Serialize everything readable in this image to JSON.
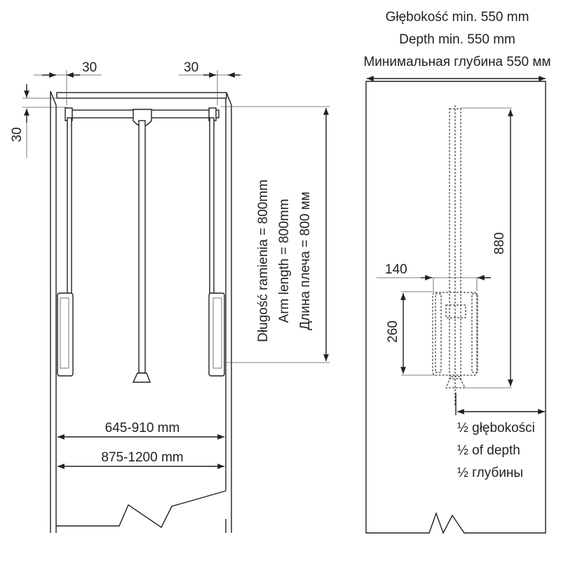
{
  "front_view": {
    "dim_left_offset": "30",
    "dim_right_offset": "30",
    "dim_top_offset": "30",
    "arm_length_pl": "Długość ramienia = 800mm",
    "arm_length_en": "Arm length = 800mm",
    "arm_length_ru": "Длина плеча = 800 мм",
    "width_range_inner": "645-910 mm",
    "width_range_outer": "875-1200 mm"
  },
  "side_view": {
    "depth_pl": "Głębokość min. 550 mm",
    "depth_en": "Depth min. 550 mm",
    "depth_ru": "Минимальная глубина 550 мм",
    "dim_height": "880",
    "dim_width": "140",
    "dim_basket": "260",
    "half_depth_pl": "½ głębokości",
    "half_depth_en": "½ of depth",
    "half_depth_ru": "½ глубины"
  }
}
